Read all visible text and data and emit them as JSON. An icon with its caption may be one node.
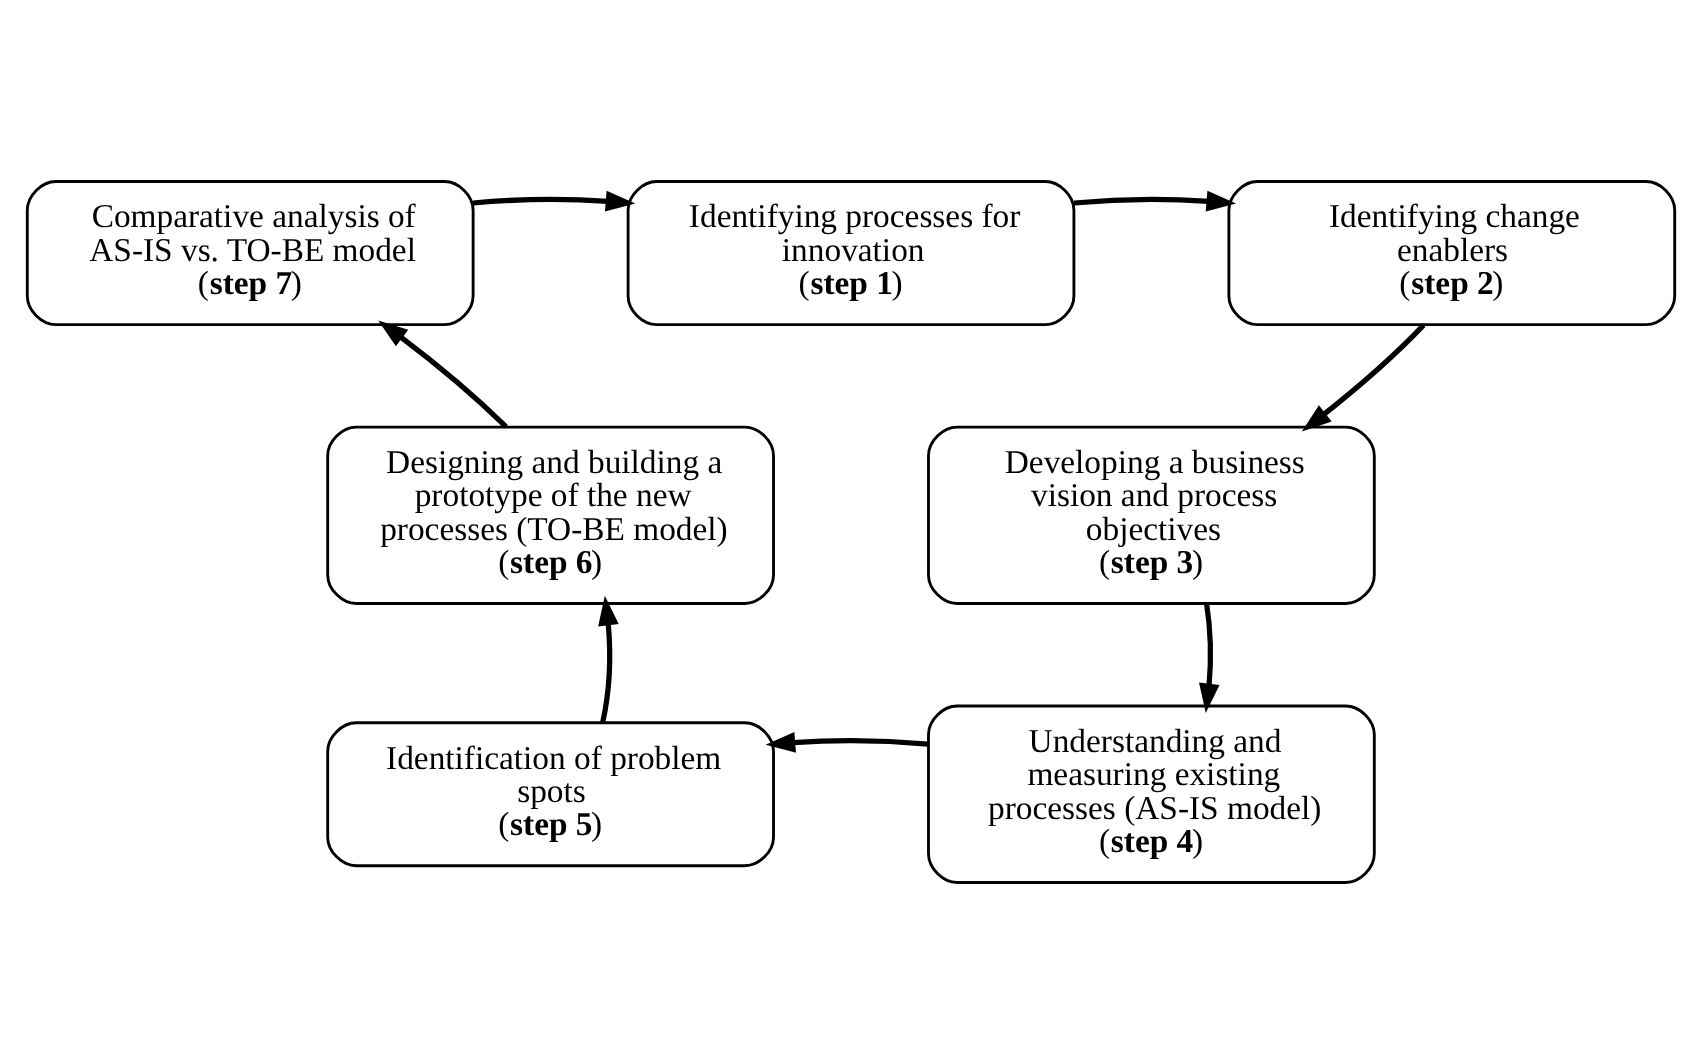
{
  "diagram": {
    "nodes": [
      {
        "text": [
          "Identifying processes for innovation",
          "(**step 1**)"
        ]
      },
      {
        "text": [
          "Identifying change enablers",
          "(**step 2**)"
        ]
      },
      {
        "text": [
          "Developing a business vision and process objectives",
          "(**step 3**)"
        ]
      },
      {
        "text": [
          "Understanding and measuring existing processes (AS-IS model)",
          "(**step 4**)"
        ]
      },
      {
        "text": [
          "Identification of problem spots",
          "(**step 5**)"
        ]
      },
      {
        "text": [
          "Designing and building a prototype of the new processes (TO-BE model)",
          "(**step 6**)"
        ]
      },
      {
        "text": [
          "Comparative analysis of AS-IS vs. TO-BE model",
          "(**step 7**)"
        ]
      }
    ],
    "edges": [
      {
        "from": 0,
        "to": 1,
        "arrow": "to"
      },
      {
        "from": 1,
        "to": 2,
        "arrow": "to"
      },
      {
        "from": 2,
        "to": 3,
        "arrow": "to"
      },
      {
        "from": 3,
        "to": 4,
        "arrow": "to"
      },
      {
        "from": 4,
        "to": 5,
        "arrow": "to"
      },
      {
        "from": 5,
        "to": 6,
        "arrow": "to"
      },
      {
        "from": 6,
        "to": 0,
        "arrow": "to"
      }
    ]
  }
}
